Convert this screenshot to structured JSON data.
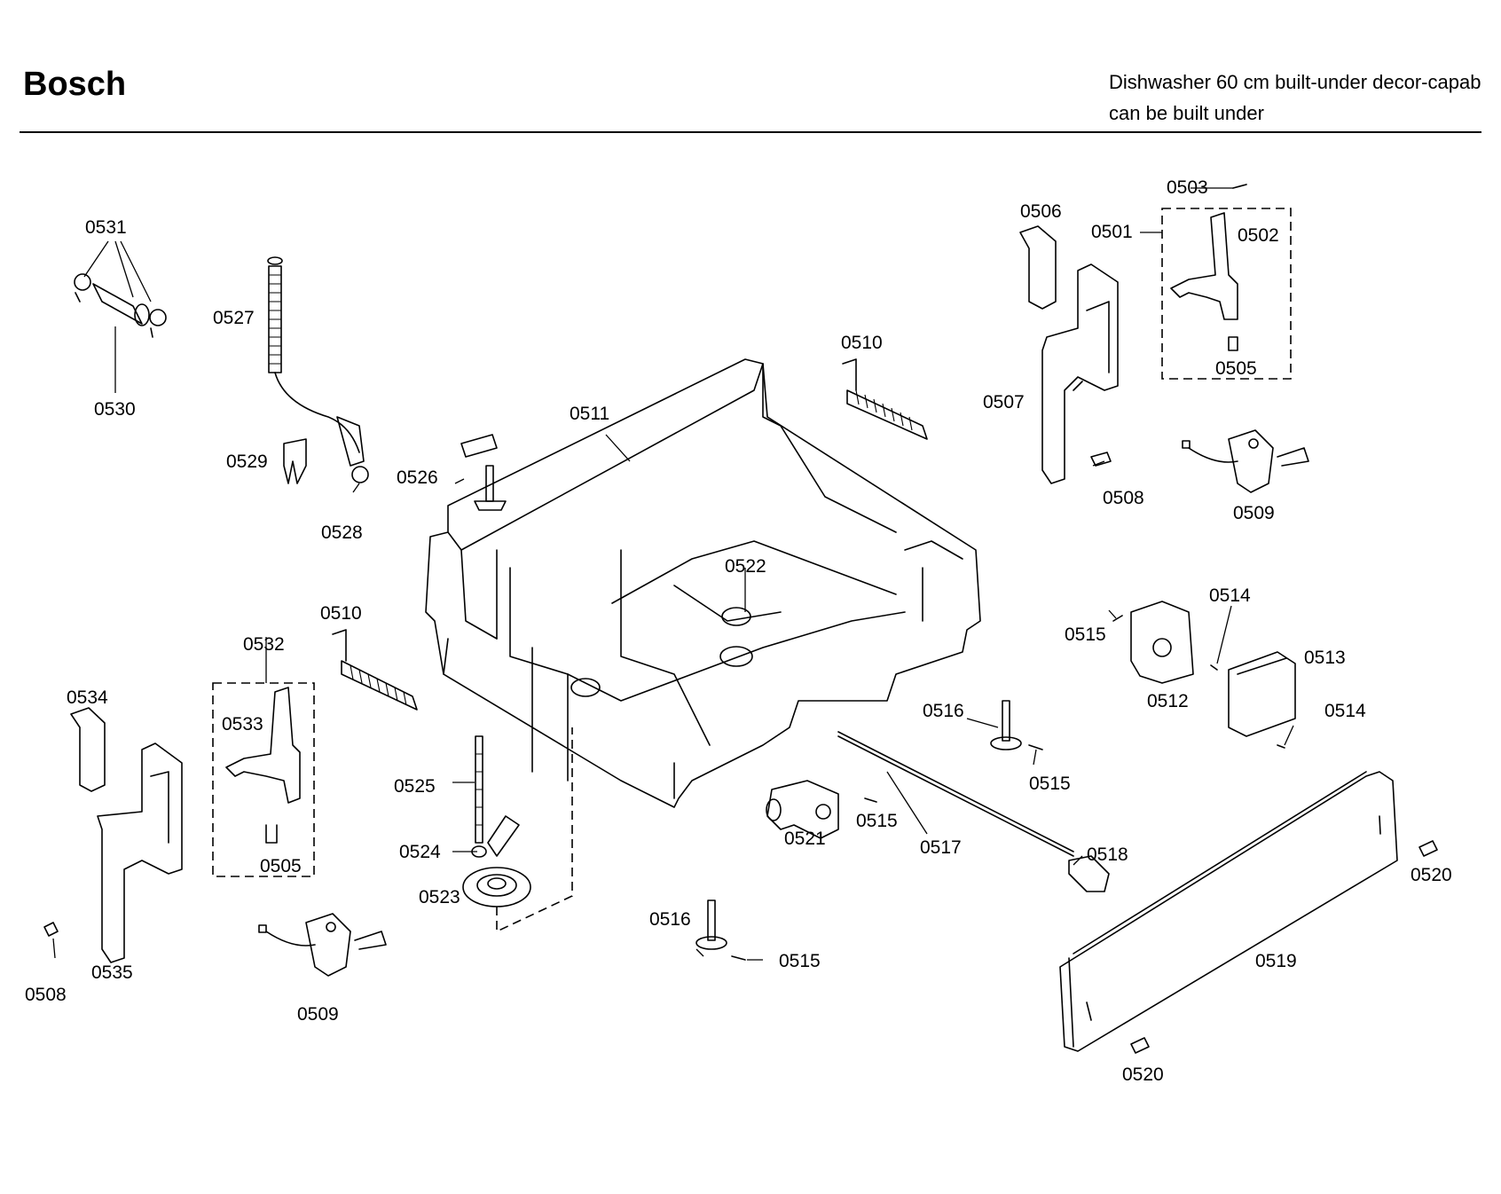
{
  "header": {
    "brand": "Bosch",
    "description_line1": "Dishwasher 60 cm built-under decor-capab",
    "description_line2": "can be built under"
  },
  "labels": {
    "p0501": "0501",
    "p0502": "0502",
    "p0503": "0503",
    "p0505a": "0505",
    "p0505b": "0505",
    "p0506": "0506",
    "p0507": "0507",
    "p0508a": "0508",
    "p0508b": "0508",
    "p0509a": "0509",
    "p0509b": "0509",
    "p0510a": "0510",
    "p0510b": "0510",
    "p0511": "0511",
    "p0512": "0512",
    "p0513": "0513",
    "p0514a": "0514",
    "p0514b": "0514",
    "p0515a": "0515",
    "p0515b": "0515",
    "p0515c": "0515",
    "p0515d": "0515",
    "p0516a": "0516",
    "p0516b": "0516",
    "p0517": "0517",
    "p0518": "0518",
    "p0519": "0519",
    "p0520a": "0520",
    "p0520b": "0520",
    "p0521": "0521",
    "p0522": "0522",
    "p0523": "0523",
    "p0524": "0524",
    "p0525": "0525",
    "p0526": "0526",
    "p0527": "0527",
    "p0528": "0528",
    "p0529": "0529",
    "p0530": "0530",
    "p0531": "0531",
    "p0532": "0532",
    "p0533": "0533",
    "p0534": "0534",
    "p0535": "0535"
  }
}
